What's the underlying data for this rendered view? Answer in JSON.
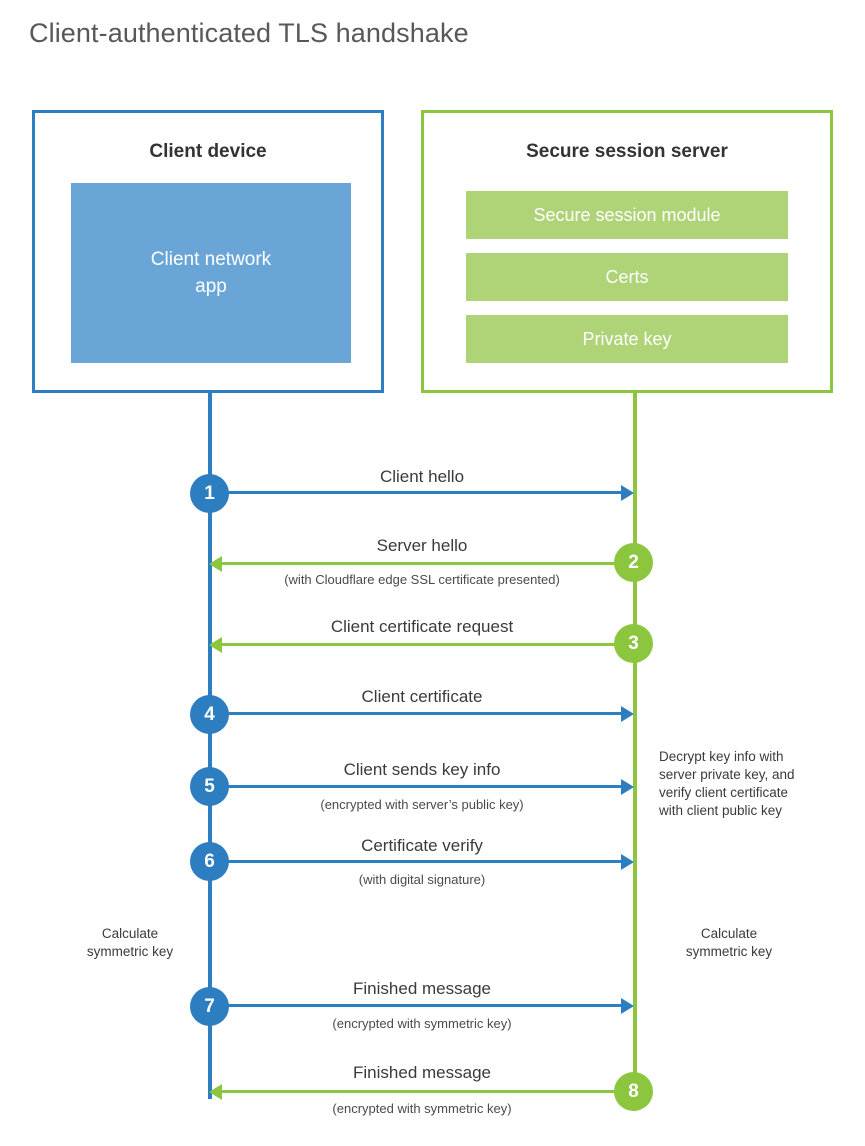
{
  "title": "Client-authenticated TLS handshake",
  "colors": {
    "blue": "#2D7DC1",
    "blue_fill": "#6AA5D8",
    "green": "#8CC63E",
    "green_fill": "#AFD377",
    "title_text": "#585858",
    "body_text": "#3A3A3A"
  },
  "client": {
    "title": "Client device",
    "app_label": "Client network\napp"
  },
  "server": {
    "title": "Secure session server",
    "modules": [
      {
        "label": "Secure session module"
      },
      {
        "label": "Certs"
      },
      {
        "label": "Private key"
      }
    ]
  },
  "steps": [
    {
      "number": "1",
      "direction": "client-to-server",
      "color": "blue",
      "label": "Client hello",
      "sublabel": ""
    },
    {
      "number": "2",
      "direction": "server-to-client",
      "color": "green",
      "label": "Server hello",
      "sublabel": "(with Cloudflare edge SSL certificate presented)"
    },
    {
      "number": "3",
      "direction": "server-to-client",
      "color": "green",
      "label": "Client certificate request",
      "sublabel": ""
    },
    {
      "number": "4",
      "direction": "client-to-server",
      "color": "blue",
      "label": "Client certificate",
      "sublabel": ""
    },
    {
      "number": "5",
      "direction": "client-to-server",
      "color": "blue",
      "label": "Client sends key info",
      "sublabel": "(encrypted with server’s public key)"
    },
    {
      "number": "6",
      "direction": "client-to-server",
      "color": "blue",
      "label": "Certificate verify",
      "sublabel": "(with digital signature)"
    },
    {
      "number": "7",
      "direction": "client-to-server",
      "color": "blue",
      "label": "Finished message",
      "sublabel": "(encrypted with symmetric key)"
    },
    {
      "number": "8",
      "direction": "server-to-client",
      "color": "green",
      "label": "Finished message",
      "sublabel": "(encrypted with symmetric key)"
    }
  ],
  "notes": {
    "server_decrypt": "Decrypt key info with\nserver private key, and\nverify client certificate\nwith client public key",
    "client_symmetric": "Calculate\nsymmetric key",
    "server_symmetric": "Calculate\nsymmetric key"
  }
}
